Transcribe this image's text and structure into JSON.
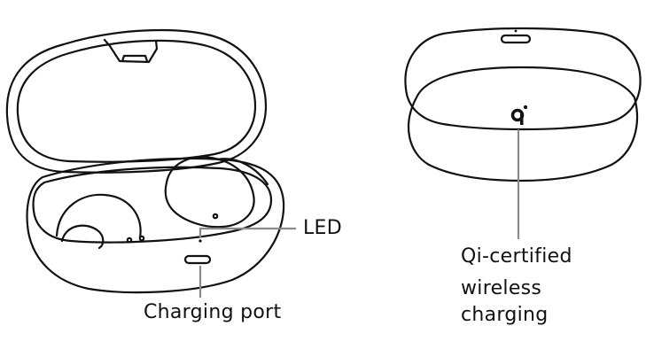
{
  "labels": {
    "led": "LED",
    "charging_port": "Charging port",
    "qi_line1": "Qi-certified",
    "qi_line2": "wireless",
    "qi_line3": "charging"
  },
  "icons": {
    "qi_logo": "qi-wireless-charging-logo"
  },
  "colors": {
    "line_art": "#111111",
    "leader_line": "#8a8a8a",
    "background": "#ffffff"
  }
}
